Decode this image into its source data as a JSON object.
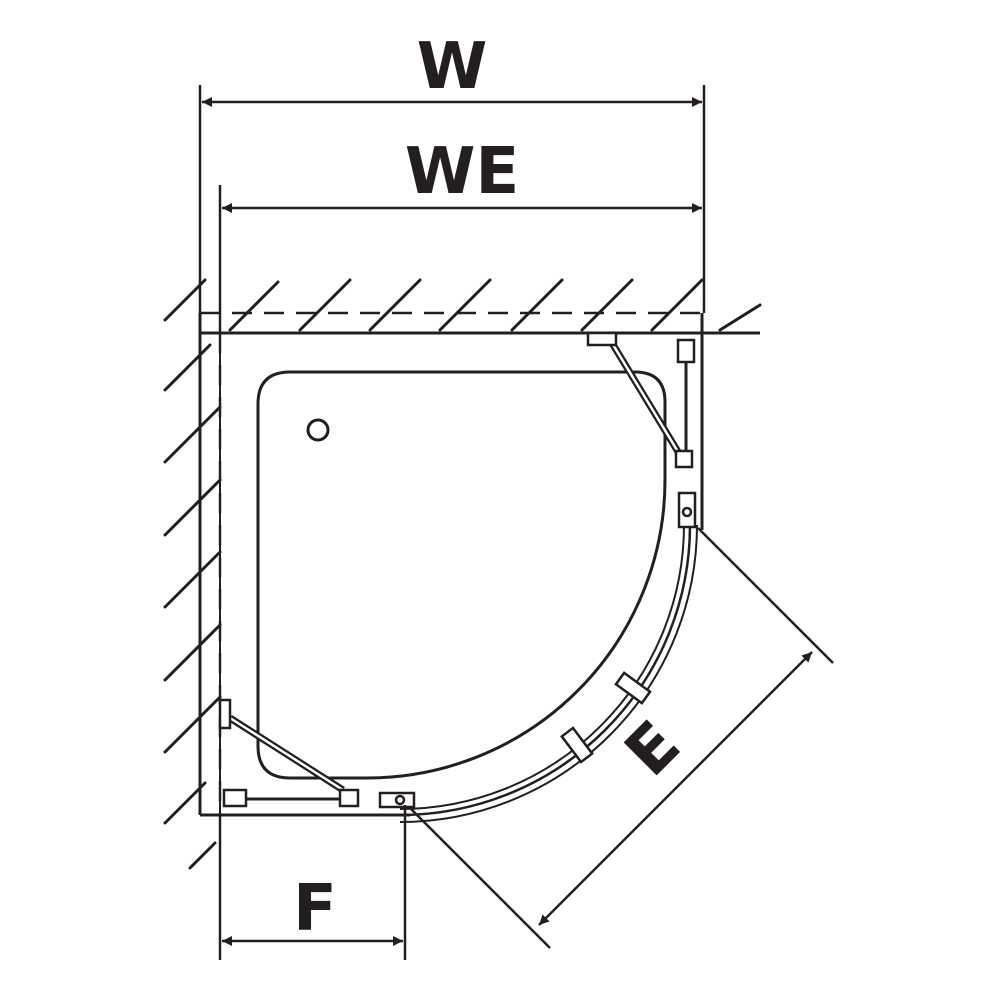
{
  "labels": {
    "w": "W",
    "we": "WE",
    "e": "E",
    "f": "F"
  },
  "colors": {
    "ink": "#231f20",
    "paper": "#ffffff"
  }
}
